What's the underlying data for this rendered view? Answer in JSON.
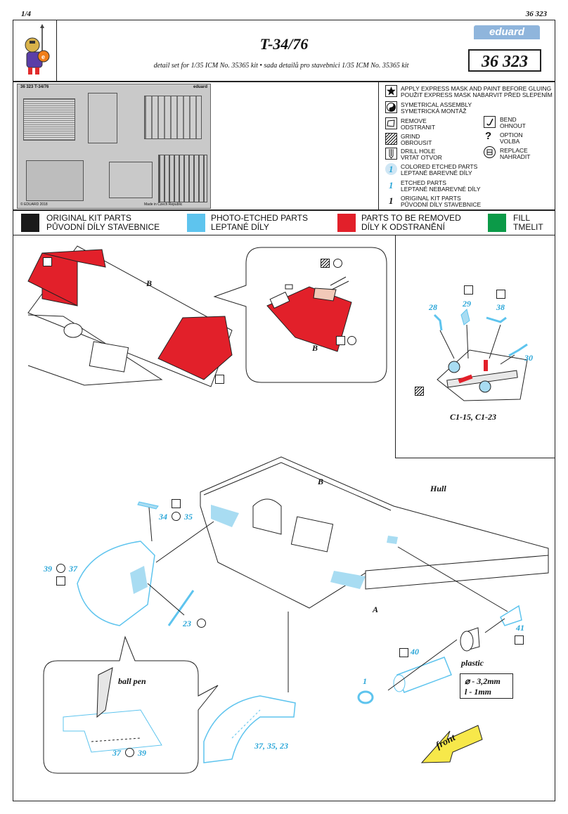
{
  "header": {
    "page": "1/4",
    "code": "36 323",
    "title": "T-34/76",
    "subtitle": "detail set for 1/35 ICM No. 35365 kit  • sada detailů pro stavebnici 1/35 ICM No. 35365 kit",
    "brand": "eduard",
    "set_number": "36 323"
  },
  "fret": {
    "label_left": "36 323  T-34/76",
    "label_right": "eduard",
    "copyright": "© EDUARD 2018",
    "made_in": "Made in Czech Republic"
  },
  "legend": {
    "items": [
      {
        "icon": "star-icon",
        "lines": [
          "APPLY EXPRESS MASK AND PAINT BEFORE GLUING",
          "POUŽIT EXPRESS MASK NABARVIT PŘED SLEPENÍM"
        ]
      },
      {
        "icon": "yin-yang-icon",
        "lines": [
          "SYMETRICAL ASSEMBLY",
          "SYMETRICKÁ MONTÁŽ"
        ]
      },
      {
        "icon": "remove-icon",
        "lines": [
          "REMOVE",
          "ODSTRANIT"
        ]
      },
      {
        "icon": "grind-icon",
        "lines": [
          "GRIND",
          "OBROUSIT"
        ]
      },
      {
        "icon": "drill-icon",
        "lines": [
          "DRILL HOLE",
          "VRTAT OTVOR"
        ]
      },
      {
        "icon": "colored-part-icon",
        "num": "1",
        "lines": [
          "COLORED ETCHED PARTS",
          "LEPTANÉ BAREVNÉ DÍLY"
        ]
      },
      {
        "icon": "etched-part-icon",
        "num": "1",
        "lines": [
          "ETCHED PARTS",
          "LEPTANÉ NEBAREVNÉ DÍLY"
        ]
      },
      {
        "icon": "kit-part-icon",
        "num": "1",
        "lines": [
          "ORIGINAL KIT PARTS",
          "PŮVODNÍ DÍLY STAVEBNICE"
        ]
      }
    ],
    "right_items": [
      {
        "icon": "bend-icon",
        "lines": [
          "BEND",
          "OHNOUT"
        ]
      },
      {
        "icon": "option-icon",
        "glyph": "?",
        "lines": [
          "OPTION",
          "VOLBA"
        ]
      },
      {
        "icon": "replace-icon",
        "lines": [
          "REPLACE",
          "NAHRADIT"
        ]
      }
    ]
  },
  "color_key": [
    {
      "color": "#1a1a1a",
      "lines": [
        "ORIGINAL KIT PARTS",
        "PŮVODNÍ DÍLY STAVEBNICE"
      ]
    },
    {
      "color": "#5ec4ee",
      "lines": [
        "PHOTO-ETCHED PARTS",
        "LEPTANÉ DÍLY"
      ]
    },
    {
      "color": "#e2202a",
      "lines": [
        "PARTS TO BE REMOVED",
        "DÍLY K ODSTRANĚNÍ"
      ]
    },
    {
      "color": "#0b9a48",
      "lines": [
        "FILL",
        "TMELIT"
      ]
    }
  ],
  "diagram": {
    "label_B1": "B",
    "label_B2": "B",
    "label_B3": "B",
    "label_A": "A",
    "hull": "Hull",
    "c_parts": "C1-15, C1-23",
    "ball_pen": "ball pen",
    "plastic": "plastic",
    "dia": "⌀ - 3,2mm",
    "len": "l - 1mm",
    "front": "front",
    "parts": {
      "p28": "28",
      "p29": "29",
      "p38": "38",
      "p30": "30",
      "p34": "34",
      "p35": "35",
      "p39": "39",
      "p37": "37",
      "p23": "23",
      "p40": "40",
      "p1": "1",
      "p41": "41",
      "p37b": "37",
      "p39b": "39",
      "combo": "37, 35, 23"
    }
  }
}
